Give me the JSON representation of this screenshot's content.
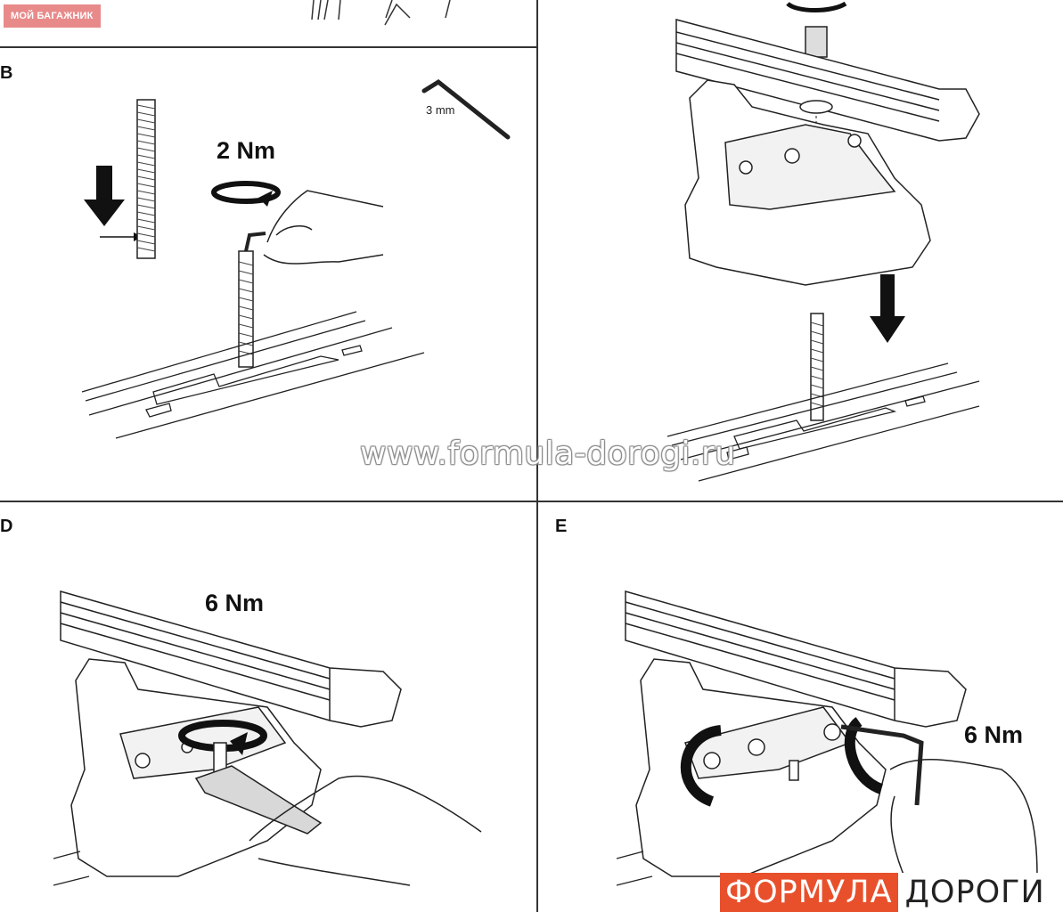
{
  "header": {
    "site_tag": "МОЙ БАГАЖНИК"
  },
  "steps": {
    "b": {
      "letter": "B",
      "torque": "2 Nm",
      "tool_label": "3 mm"
    },
    "c": {
      "letter": ""
    },
    "d": {
      "letter": "D",
      "torque": "6 Nm"
    },
    "e": {
      "letter": "E",
      "torque": "6 Nm"
    }
  },
  "watermark": {
    "url": "www.formula-dorogi.ru"
  },
  "brand": {
    "part1": "ФОРМУЛА",
    "part2": "ДОРОГИ",
    "accent_color": "#e8502c"
  }
}
